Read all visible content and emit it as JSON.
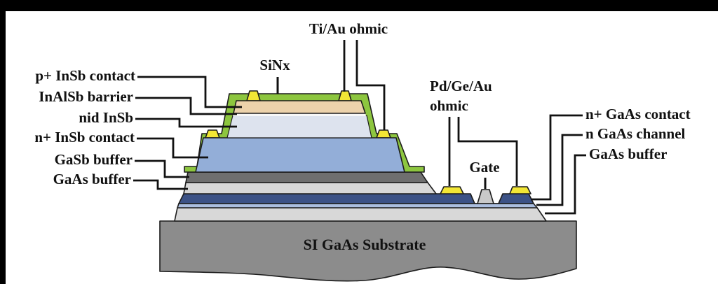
{
  "diagram": {
    "title_none": "",
    "left_labels": {
      "p_insb_contact": "p+ InSb contact",
      "inalsb_barrier": "InAlSb barrier",
      "nid_insb": "nid InSb",
      "n_insb_contact": "n+ InSb contact",
      "gasb_buffer": "GaSb buffer",
      "gaas_buffer": "GaAs buffer"
    },
    "top_labels": {
      "sinx": "SiNx",
      "tiau_ohmic": "Ti/Au ohmic",
      "pdgeau_line1": "Pd/Ge/Au",
      "pdgeau_line2": "ohmic",
      "gate": "Gate"
    },
    "right_labels": {
      "n_gaas_contact": "n+ GaAs contact",
      "n_gaas_channel": "n GaAs channel",
      "gaas_buffer": "GaAs buffer"
    },
    "substrate_label": "SI GaAs Substrate",
    "layers_top_to_bottom": [
      {
        "name": "SiNx passivation",
        "color_key": "sinx_green"
      },
      {
        "name": "Ti/Au ohmic metal",
        "color_key": "metal_yellow"
      },
      {
        "name": "p+ InSb contact",
        "color_key": "p_insb_tan"
      },
      {
        "name": "InAlSb barrier",
        "color_key": "barrier_white"
      },
      {
        "name": "nid InSb",
        "color_key": "nid_insb_pale"
      },
      {
        "name": "n+ InSb contact",
        "color_key": "n_insb_blue"
      },
      {
        "name": "GaSb buffer",
        "color_key": "gasb_gray"
      },
      {
        "name": "GaAs buffer",
        "color_key": "gaas_buffer_gray"
      },
      {
        "name": "n+ GaAs contact",
        "color_key": "n_gaas_navy"
      },
      {
        "name": "n GaAs channel",
        "color_key": "channel_blue"
      },
      {
        "name": "GaAs buffer",
        "color_key": "gaas_buffer_gray"
      },
      {
        "name": "SI GaAs Substrate",
        "color_key": "substrate_gray"
      }
    ],
    "colors": {
      "background": "#ffffff",
      "frame": "#000000",
      "sinx_green": "#8dc63f",
      "metal_yellow": "#f2e635",
      "p_insb_tan": "#ecd2ab",
      "barrier_white": "#f7f7f7",
      "nid_insb_pale": "#dde3ee",
      "n_insb_blue": "#93aed8",
      "gasb_gray": "#6f6f6f",
      "gaas_buffer_gray": "#d8d8d8",
      "n_gaas_navy": "#3c5286",
      "channel_blue": "#abbedf",
      "substrate_gray": "#8c8c8c",
      "gate_gray": "#c9c9c9",
      "outline": "#1c1c1c",
      "text": "#111111"
    }
  }
}
